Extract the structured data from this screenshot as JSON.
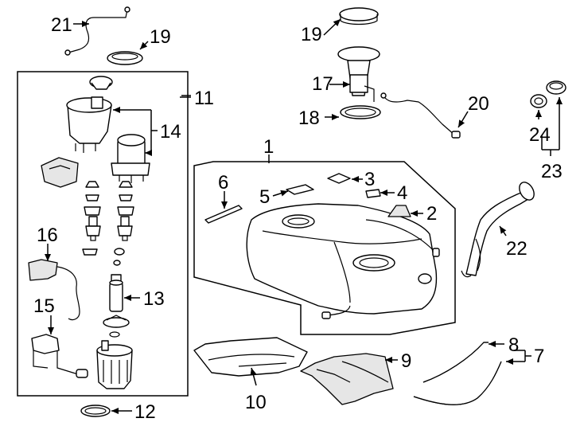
{
  "callouts": {
    "c1": "1",
    "c2": "2",
    "c3": "3",
    "c4": "4",
    "c5": "5",
    "c6": "6",
    "c7": "7",
    "c8": "8",
    "c9": "9",
    "c10": "10",
    "c11": "11",
    "c12": "12",
    "c13": "13",
    "c14": "14",
    "c15": "15",
    "c16": "16",
    "c17": "17",
    "c18": "18",
    "c19a": "19",
    "c19b": "19",
    "c20": "20",
    "c21": "21",
    "c22": "22",
    "c23": "23",
    "c24": "24"
  }
}
